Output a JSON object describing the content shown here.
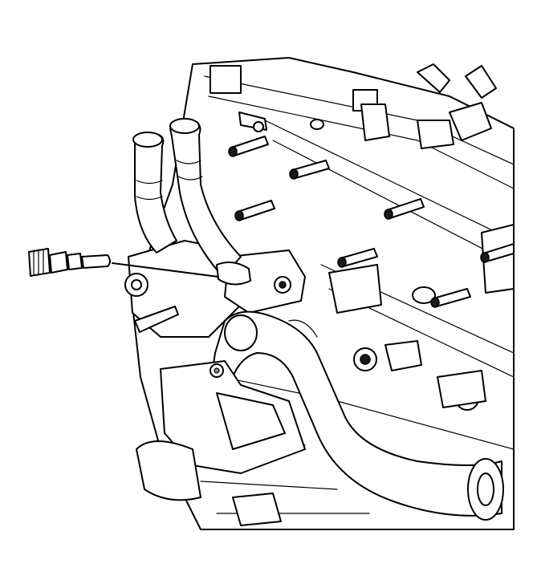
{
  "diagram": {
    "colors": {
      "line": "#000000",
      "background": "#ffffff",
      "shade": "#e6e6e6",
      "dark": "#1a1a1a"
    },
    "parts": [
      "engine-block",
      "cylinder-head",
      "coolant-hose-left",
      "coolant-hose-right",
      "coolant-outlet-housing",
      "heater-hose",
      "coolant-temperature-sensor",
      "mounting-bracket",
      "stud-bolts"
    ]
  }
}
